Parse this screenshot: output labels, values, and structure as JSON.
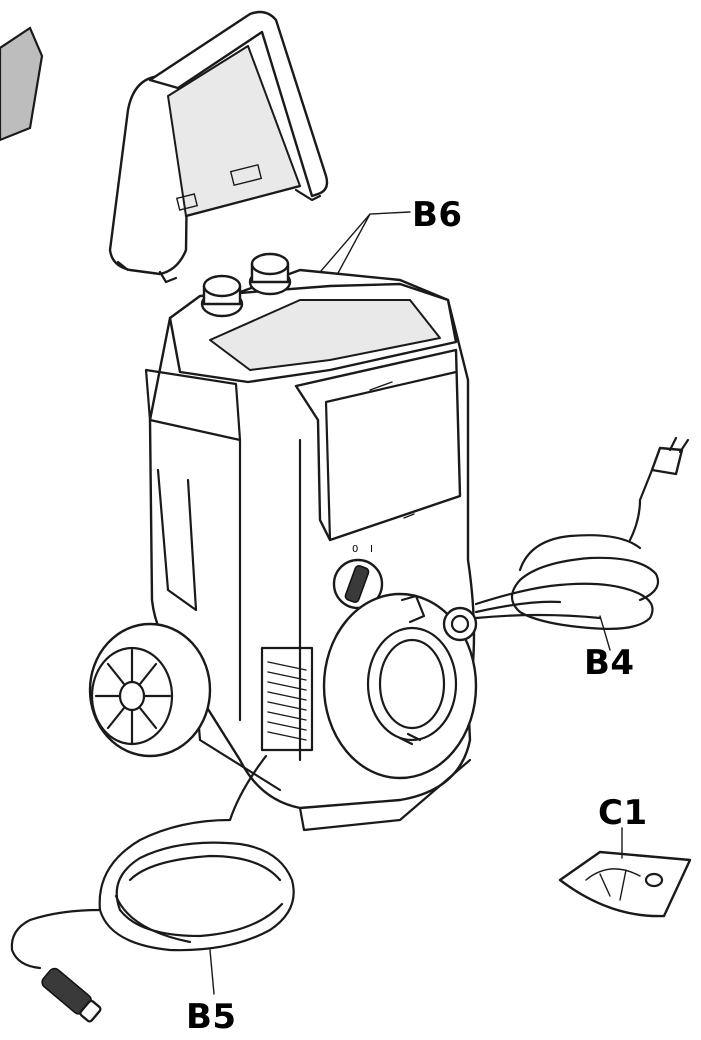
{
  "labels": {
    "b6": "B6",
    "b4": "B4",
    "b5": "B5",
    "c1": "C1"
  },
  "colors": {
    "line": "#1a1a1a",
    "arrow_fill": "#bdbdbd",
    "background": "#ffffff"
  },
  "icons": [
    "arrow-icon",
    "handle-icon",
    "pressure-washer-icon",
    "power-cord-icon",
    "hose-icon",
    "sachet-icon"
  ]
}
